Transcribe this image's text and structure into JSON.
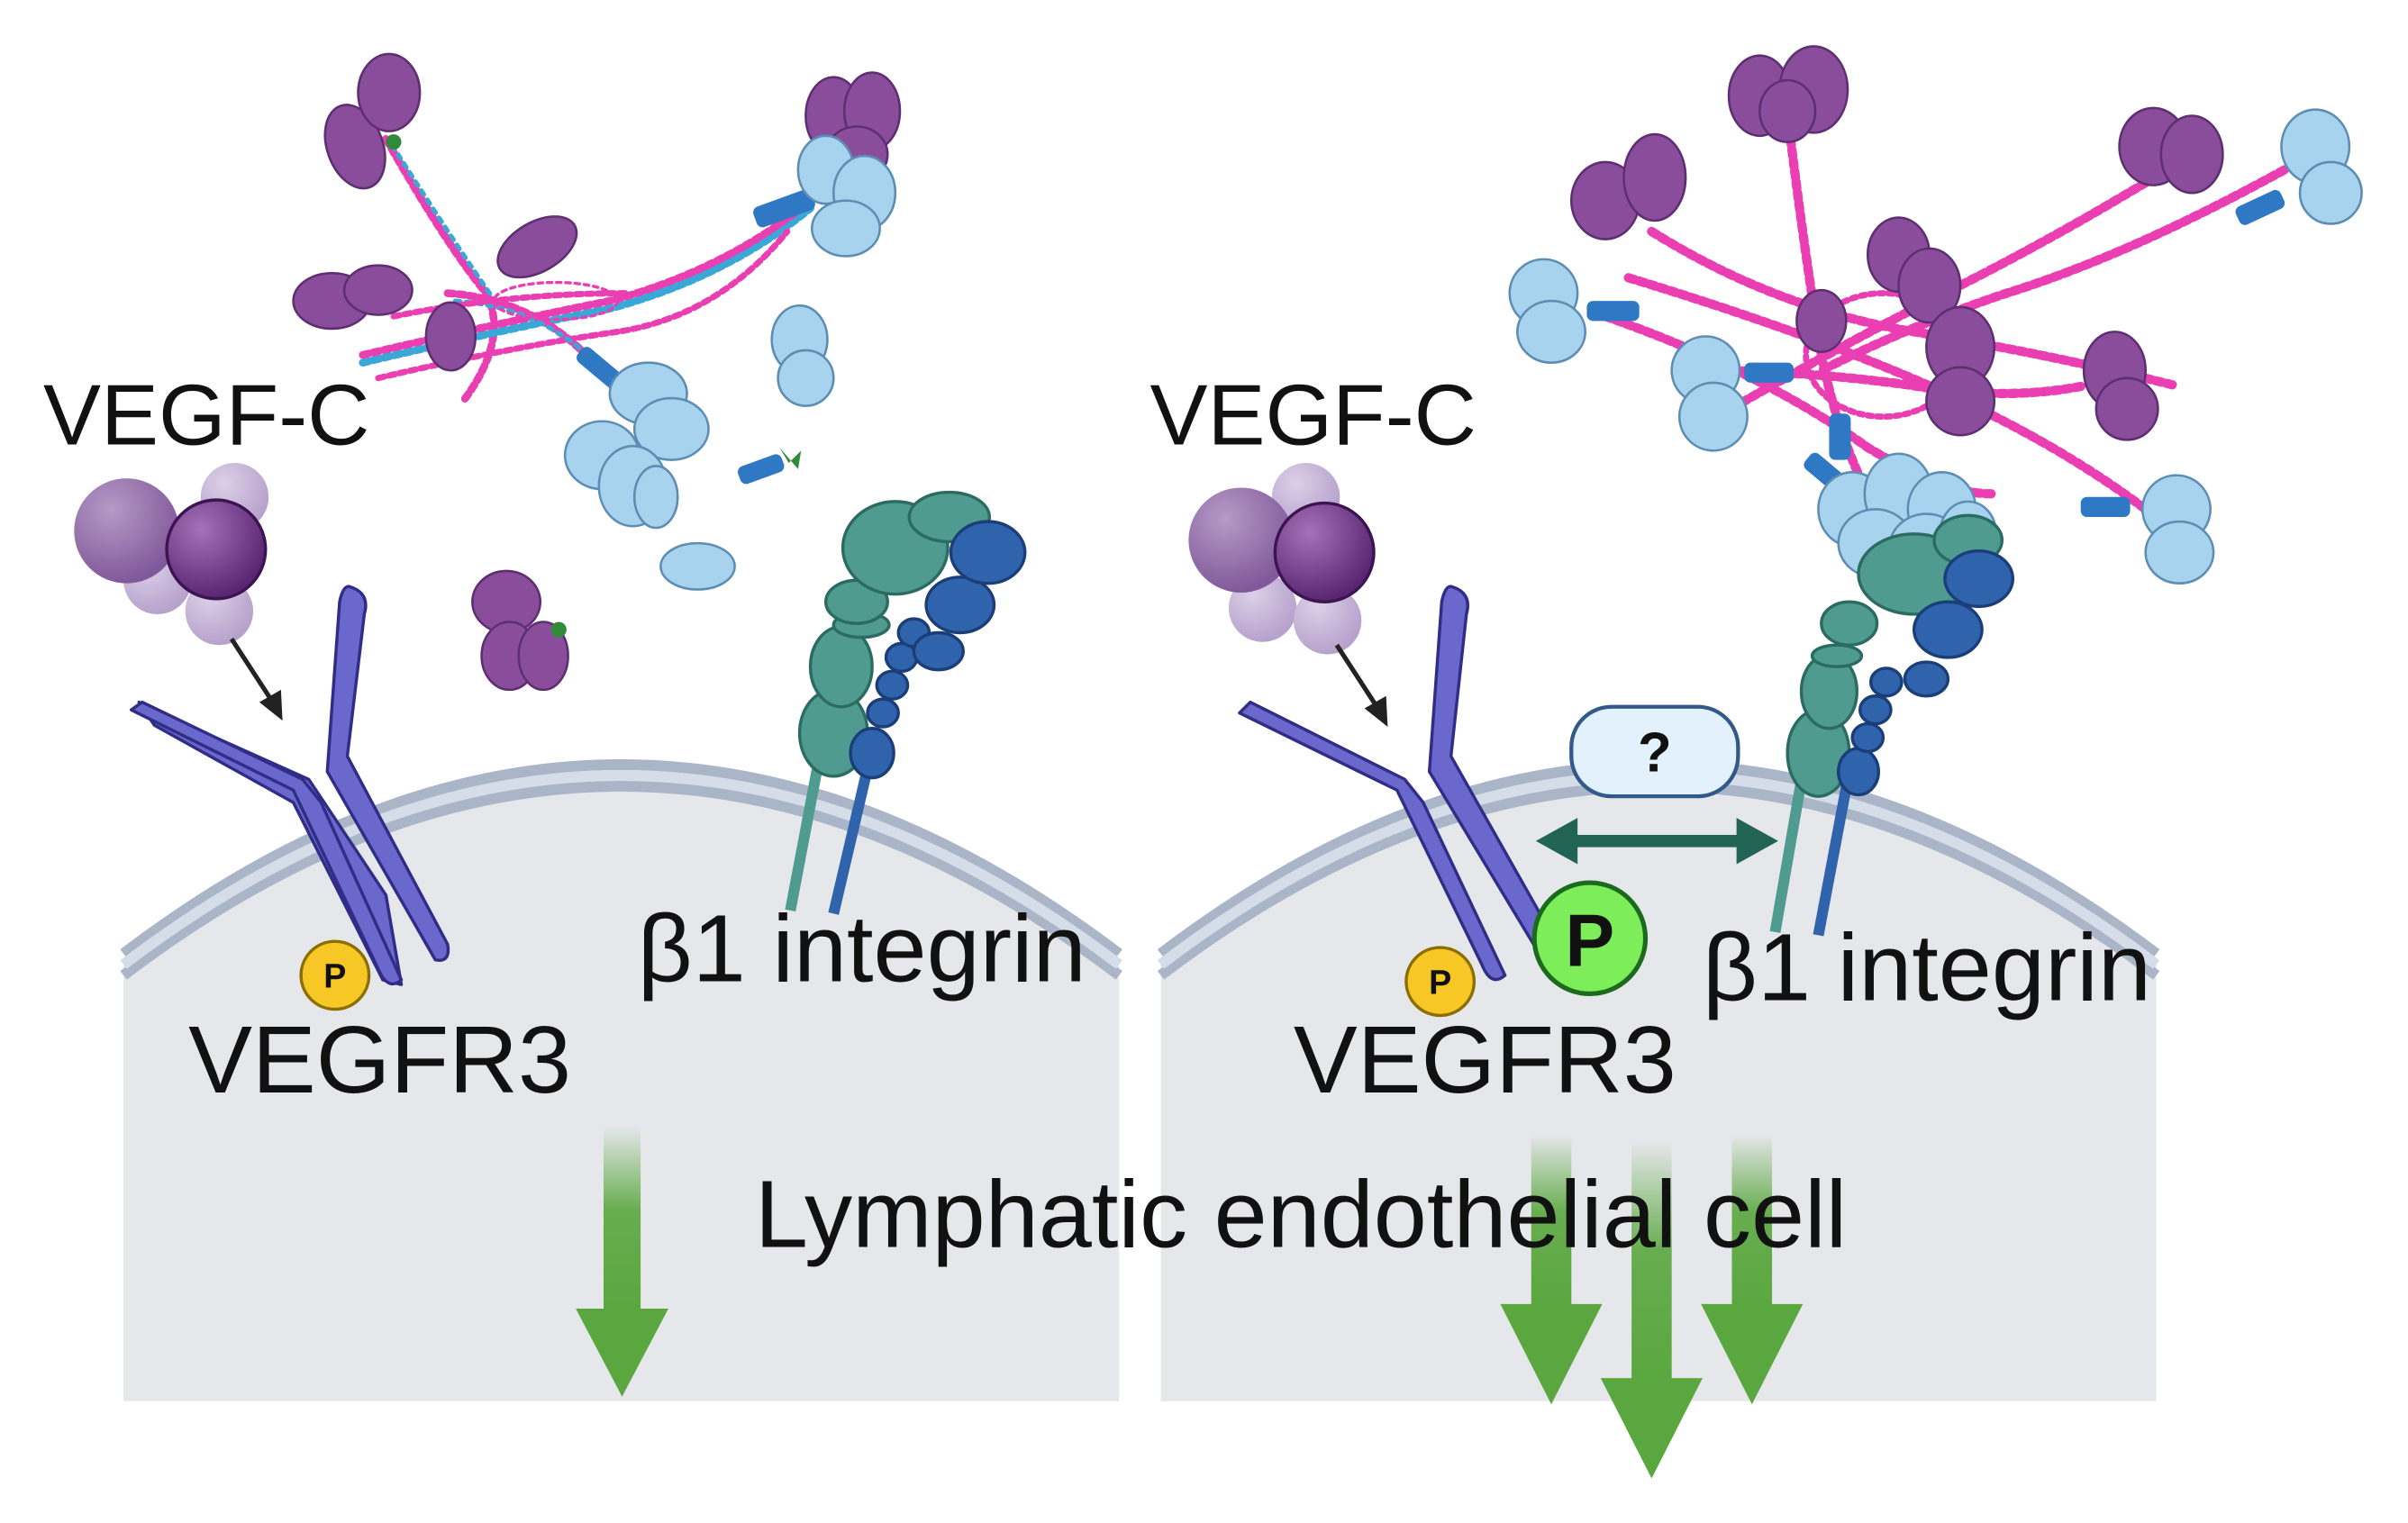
{
  "labels": {
    "left_ligand": "VEGF-C",
    "right_ligand": "VEGF-C",
    "left_receptor": "VEGFR3",
    "right_receptor": "VEGFR3",
    "left_integrin": "β1 integrin",
    "right_integrin": "β1 integrin",
    "cell": "Lymphatic endothelial cell",
    "unknown_mediator": "?",
    "phospho_small": "P",
    "phospho_large": "P"
  },
  "colors": {
    "cell_fill": "#e6e7ea",
    "membrane_outer": "#aab6c8",
    "membrane_inner": "#d5dde8",
    "receptor": "#6a68cc",
    "integrin_alpha": "#4f9b90",
    "integrin_beta": "#2f64ad",
    "collagen_pink": "#ea3fb3",
    "collagen_cyan": "#3aa8d6",
    "protein_purple": "#8a4d9b",
    "protein_lightblue": "#a7d3ee",
    "signal_arrow": "#5aa73f",
    "interaction_arrow": "#216456",
    "phospho_yellow": "#f7c726",
    "phospho_green": "#7dee5a"
  }
}
